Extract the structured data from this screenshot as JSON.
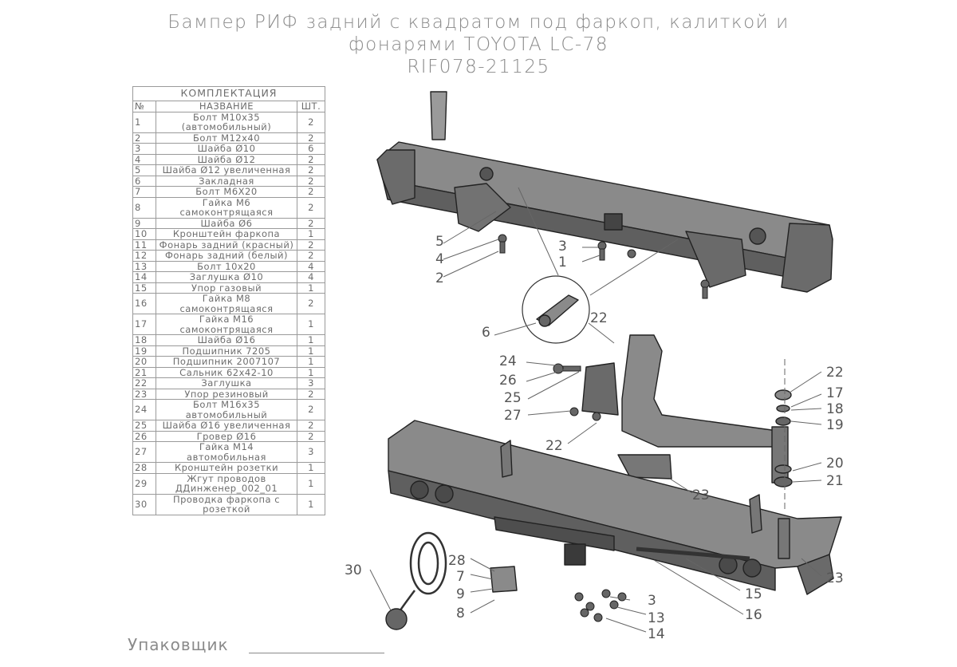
{
  "title": {
    "line1": "Бампер РИФ задний с квадратом под фаркоп, калиткой и",
    "line2": "фонарями TOYOTA LC-78",
    "line3": "RIF078-21125"
  },
  "table": {
    "caption": "КОМПЛЕКТАЦИЯ",
    "headers": {
      "num": "№",
      "name": "НАЗВАНИЕ",
      "qty": "ШТ."
    },
    "rows": [
      {
        "n": "1",
        "name": "Болт М10х35 (автомобильный)",
        "q": "2"
      },
      {
        "n": "2",
        "name": "Болт М12х40",
        "q": "2"
      },
      {
        "n": "3",
        "name": "Шайба Ø10",
        "q": "6"
      },
      {
        "n": "4",
        "name": "Шайба Ø12",
        "q": "2"
      },
      {
        "n": "5",
        "name": "Шайба Ø12 увеличенная",
        "q": "2"
      },
      {
        "n": "6",
        "name": "Закладная",
        "q": "2"
      },
      {
        "n": "7",
        "name": "Болт М6Х20",
        "q": "2"
      },
      {
        "n": "8",
        "name": "Гайка М6 самоконтрящаяся",
        "q": "2"
      },
      {
        "n": "9",
        "name": "Шайба Ø6",
        "q": "2"
      },
      {
        "n": "10",
        "name": "Кронштейн фаркопа",
        "q": "1"
      },
      {
        "n": "11",
        "name": "Фонарь задний (красный)",
        "q": "2"
      },
      {
        "n": "12",
        "name": "Фонарь задний (белый)",
        "q": "2"
      },
      {
        "n": "13",
        "name": "Болт 10х20",
        "q": "4"
      },
      {
        "n": "14",
        "name": "Заглушка Ø10",
        "q": "4"
      },
      {
        "n": "15",
        "name": "Упор газовый",
        "q": "1"
      },
      {
        "n": "16",
        "name": "Гайка М8 самоконтрящаяся",
        "q": "2"
      },
      {
        "n": "17",
        "name": "Гайка М16 самоконтрящаяся",
        "q": "1"
      },
      {
        "n": "18",
        "name": "Шайба Ø16",
        "q": "1"
      },
      {
        "n": "19",
        "name": "Подшипник 7205",
        "q": "1"
      },
      {
        "n": "20",
        "name": "Подшипник 2007107",
        "q": "1"
      },
      {
        "n": "21",
        "name": "Сальник 62х42-10",
        "q": "1"
      },
      {
        "n": "22",
        "name": "Заглушка",
        "q": "3"
      },
      {
        "n": "23",
        "name": "Упор резиновый",
        "q": "2"
      },
      {
        "n": "24",
        "name": "Болт М16х35 автомобильный",
        "q": "2"
      },
      {
        "n": "25",
        "name": "Шайба Ø16 увеличенная",
        "q": "2"
      },
      {
        "n": "26",
        "name": "Гровер Ø16",
        "q": "2"
      },
      {
        "n": "27",
        "name": "Гайка М14 автомобильная",
        "q": "3"
      },
      {
        "n": "28",
        "name": "Кронштейн розетки",
        "q": "1"
      },
      {
        "n": "29",
        "name": "Жгут проводов ДДинженер_002_01",
        "q": "1"
      },
      {
        "n": "30",
        "name": "Проводка фаркопа с розеткой",
        "q": "1"
      }
    ]
  },
  "packer_label": "Упаковщик",
  "callouts": {
    "c5": "5",
    "c4": "4",
    "c2": "2",
    "c3": "3",
    "c1": "1",
    "c6": "6",
    "c22a": "22",
    "c24": "24",
    "c26": "26",
    "c25": "25",
    "c27": "27",
    "c22b": "22",
    "c22c": "22",
    "c17": "17",
    "c18": "18",
    "c19": "19",
    "c20": "20",
    "c21": "21",
    "c23a": "23",
    "c23b": "23",
    "c28": "28",
    "c7": "7",
    "c9": "9",
    "c8": "8",
    "c30": "30",
    "c3b": "3",
    "c13": "13",
    "c14": "14",
    "c15": "15",
    "c16": "16"
  }
}
